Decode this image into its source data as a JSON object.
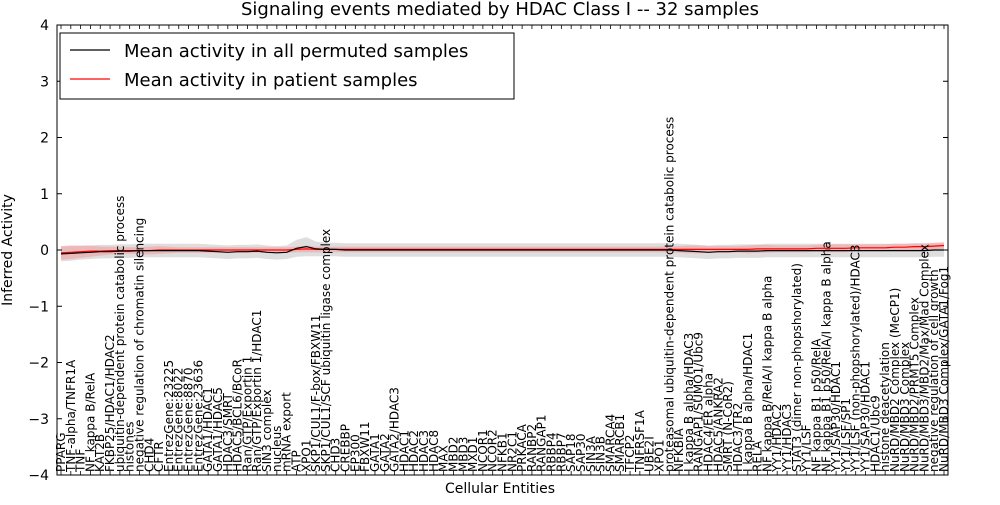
{
  "chart_data": {
    "type": "line",
    "title": "Signaling events mediated by HDAC Class I -- 32 samples",
    "xlabel": "Cellular Entities",
    "ylabel": "Inferred Activity",
    "ylim": [
      -4,
      4
    ],
    "yticks": [
      -4,
      -3,
      -2,
      -1,
      0,
      1,
      2,
      3,
      4
    ],
    "grid": false,
    "legend_position": "top-left",
    "colors": {
      "permuted": "#000000",
      "patient": "#ff0000",
      "patient_band": "#f4a0a0",
      "permuted_band": "#c8c8c8"
    },
    "categories": [
      "PPARG",
      "TNF-alpha/TNFR1A",
      "TNF",
      "NF kappa B/RelA",
      "KAT2B",
      "FKBP25/HDAC1/HDAC2",
      "ubiquitin-dependent protein catabolic process",
      "histones",
      "negative regulation of chromatin silencing",
      "CHD4",
      "CFTR",
      "EntrezGene:23225",
      "EntrezGene:8022",
      "EntrezGene:8870",
      "EntrezGene:23636",
      "GATA1/HDAC1",
      "GATA1/HDAC5",
      "HDAC3/SMRT",
      "HDAC5/BCL6/BCoR",
      "Ran/GTP/Exportin 1",
      "Ran/GTP/Exportin 1/HDAC1",
      "SIN3 complex",
      "nucleus",
      "mRNA export",
      "ATP",
      "XPO1",
      "SKP1/CUL1/F-box/FBXW11",
      "SKP1/CUL1/SCF ubiquitin ligase complex",
      "CHD3",
      "CREBBP",
      "EP300",
      "FBXW11",
      "GATA1",
      "GATA2",
      "GATA2/HDAC3",
      "HDAC1",
      "HDAC2",
      "HDAC3",
      "HDAC8",
      "MAX",
      "MBD2",
      "MBD3",
      "MXD1",
      "NCOR1",
      "NCOR2",
      "NFKB1",
      "NR2C1",
      "PRKACA",
      "RANBP2",
      "RANGAP1",
      "RBBP4",
      "RBBP7",
      "SAP18",
      "SAP30",
      "SIN3A",
      "SIN3B",
      "SMARCA4",
      "SMARCB1",
      "TFCP2",
      "TNFRSF1A",
      "UBE2I",
      "XPO1",
      "proteasomal ubiquitin-dependent protein catabolic process",
      "NFKBIA",
      "I kappa B alpha/HDAC3",
      "RANGAP1/SUMO1/Ubc9",
      "HDAC4/ER alpha",
      "HDAC5/ANKRA2",
      "SMRT (N-CoR2)",
      "HDAC3/TR2",
      "I kappa B alpha/HDAC1",
      "RELA",
      "NF kappa B/RelA/I kappa B alpha",
      "YY1/HDAC2",
      "YY1/HDAC3",
      "STAT3 (dimer non-phopshorylated)",
      "YY1/LSF",
      "NF kappa B1 p50/RelA",
      "NF kappa B1 p50/RelA/I kappa B alpha",
      "YY1/SAP30/HDAC1",
      "YY1/LSF/SP1",
      "YY1/LSF (non-phopshorylated)/HDAC3",
      "YY1/SAP30/HDAC1",
      "HDAC1/Ubc9",
      "histone deacetylation",
      "NuRD/MBD2 Complex (MeCP1)",
      "NuRD/MBD3 Complex",
      "NuRD/MBD2/PRMT5 Complex",
      "NuRD/MBD3/MBD2/Max/Mad Complex",
      "negative regulation of cell growth",
      "NuRD/MBD3 Complex/GATA1/Fog1"
    ],
    "series": [
      {
        "name": "Mean activity in all permuted samples",
        "values": [
          -0.07,
          -0.06,
          -0.05,
          -0.04,
          -0.03,
          -0.03,
          -0.02,
          -0.02,
          -0.01,
          -0.01,
          -0.01,
          -0.01,
          -0.01,
          -0.01,
          -0.01,
          -0.02,
          -0.03,
          -0.04,
          -0.03,
          -0.03,
          -0.02,
          -0.04,
          -0.05,
          -0.04,
          0.03,
          0.06,
          0.02,
          0.01,
          0.01,
          0.0,
          0.0,
          0.0,
          0.0,
          0.0,
          0.0,
          0.0,
          0.0,
          0.0,
          0.0,
          0.0,
          0.0,
          0.0,
          0.0,
          0.0,
          0.0,
          0.0,
          0.0,
          0.0,
          0.0,
          0.0,
          0.0,
          0.0,
          0.0,
          0.0,
          0.0,
          0.0,
          0.0,
          0.0,
          0.0,
          0.0,
          0.0,
          0.0,
          0.0,
          -0.01,
          -0.02,
          -0.03,
          -0.04,
          -0.03,
          -0.03,
          -0.02,
          -0.02,
          -0.02,
          -0.01,
          -0.01,
          -0.01,
          -0.01,
          -0.01,
          -0.01,
          -0.01,
          -0.01,
          -0.01,
          -0.01,
          -0.01,
          -0.01,
          -0.01,
          -0.01,
          -0.01,
          -0.01,
          -0.01,
          0.0,
          0.0
        ]
      },
      {
        "name": "Mean activity in patient samples",
        "values": [
          -0.05,
          -0.04,
          -0.03,
          -0.02,
          -0.02,
          -0.01,
          -0.01,
          -0.01,
          -0.01,
          -0.01,
          0.0,
          0.0,
          0.0,
          0.0,
          0.0,
          0.0,
          0.0,
          0.0,
          0.0,
          0.0,
          0.0,
          0.0,
          0.0,
          0.0,
          0.01,
          0.02,
          0.01,
          0.01,
          0.01,
          0.01,
          0.01,
          0.01,
          0.01,
          0.01,
          0.01,
          0.01,
          0.01,
          0.01,
          0.01,
          0.01,
          0.01,
          0.01,
          0.01,
          0.01,
          0.01,
          0.01,
          0.01,
          0.01,
          0.01,
          0.01,
          0.01,
          0.01,
          0.01,
          0.01,
          0.01,
          0.01,
          0.01,
          0.01,
          0.01,
          0.01,
          0.01,
          0.01,
          0.01,
          0.01,
          0.01,
          0.01,
          0.01,
          0.01,
          0.01,
          0.01,
          0.01,
          0.02,
          0.02,
          0.02,
          0.02,
          0.02,
          0.02,
          0.03,
          0.03,
          0.03,
          0.03,
          0.04,
          0.04,
          0.04,
          0.04,
          0.05,
          0.05,
          0.06,
          0.06,
          0.07,
          0.08
        ]
      }
    ],
    "bands": {
      "patient_halfwidth": [
        0.12,
        0.12,
        0.11,
        0.1,
        0.08,
        0.07,
        0.06,
        0.06,
        0.06,
        0.07,
        0.07,
        0.06,
        0.05,
        0.05,
        0.05,
        0.05,
        0.05,
        0.05,
        0.05,
        0.05,
        0.05,
        0.05,
        0.05,
        0.05,
        0.05,
        0.06,
        0.05,
        0.05,
        0.05,
        0.05,
        0.05,
        0.05,
        0.05,
        0.05,
        0.05,
        0.05,
        0.05,
        0.05,
        0.05,
        0.05,
        0.05,
        0.05,
        0.05,
        0.05,
        0.05,
        0.05,
        0.05,
        0.05,
        0.05,
        0.05,
        0.05,
        0.05,
        0.05,
        0.05,
        0.05,
        0.05,
        0.05,
        0.05,
        0.05,
        0.05,
        0.05,
        0.05,
        0.06,
        0.06,
        0.07,
        0.07,
        0.06,
        0.06,
        0.06,
        0.06,
        0.07,
        0.07,
        0.07,
        0.06,
        0.06,
        0.06,
        0.06,
        0.06,
        0.07,
        0.07,
        0.07,
        0.06,
        0.06,
        0.06,
        0.06,
        0.06,
        0.06,
        0.06,
        0.06,
        0.06,
        0.06
      ],
      "permuted_halfwidth": [
        0.13,
        0.13,
        0.12,
        0.12,
        0.12,
        0.12,
        0.12,
        0.12,
        0.12,
        0.12,
        0.12,
        0.12,
        0.12,
        0.12,
        0.12,
        0.12,
        0.12,
        0.12,
        0.12,
        0.12,
        0.12,
        0.12,
        0.12,
        0.12,
        0.15,
        0.17,
        0.13,
        0.12,
        0.12,
        0.12,
        0.12,
        0.12,
        0.12,
        0.12,
        0.12,
        0.12,
        0.12,
        0.12,
        0.12,
        0.12,
        0.12,
        0.12,
        0.12,
        0.12,
        0.12,
        0.12,
        0.12,
        0.12,
        0.12,
        0.12,
        0.12,
        0.12,
        0.12,
        0.12,
        0.12,
        0.12,
        0.12,
        0.12,
        0.12,
        0.12,
        0.12,
        0.12,
        0.12,
        0.12,
        0.12,
        0.12,
        0.12,
        0.12,
        0.12,
        0.12,
        0.12,
        0.12,
        0.12,
        0.12,
        0.12,
        0.12,
        0.12,
        0.12,
        0.12,
        0.12,
        0.12,
        0.12,
        0.12,
        0.12,
        0.12,
        0.12,
        0.12,
        0.12,
        0.12,
        0.12,
        0.12
      ]
    }
  }
}
